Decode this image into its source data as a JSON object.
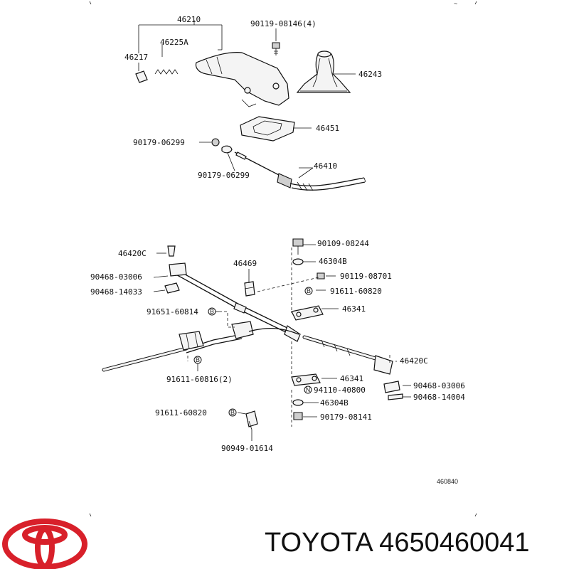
{
  "parts": {
    "p46210": "46210",
    "p46225A": "46225A",
    "p46217": "46217",
    "p90119_08146": "90119-08146(4)",
    "p46243": "46243",
    "p46451": "46451",
    "p90179_06299_a": "90179-06299",
    "p90179_06299_b": "90179-06299",
    "p46410": "46410",
    "p46420C_a": "46420C",
    "p90468_03006_a": "90468-03006",
    "p90468_14033": "90468-14033",
    "p46469": "46469",
    "p90109_08244": "90109-08244",
    "p46304B_a": "46304B",
    "p90119_08701": "90119-08701",
    "p91611_60820_a": "91611-60820",
    "p46341_a": "46341",
    "p91651_60814": "91651-60814",
    "p91611_60816": "91611-60816(2)",
    "p46420C_b": "46420C",
    "p46341_b": "46341",
    "p94110_40800": "94110-40800",
    "p90468_03006_b": "90468-03006",
    "p90468_14004": "90468-14004",
    "p46304B_b": "46304B",
    "p90179_08141": "90179-08141",
    "p91611_60820_b": "91611-60820",
    "p90949_01614": "90949-01614"
  },
  "marker_letters": {
    "bolt": "B",
    "nut": "N"
  },
  "diagram_code": "460840",
  "brand_caption": "TOYOTA 4650460041",
  "colors": {
    "logo_red": "#d8202a",
    "ink": "#111111"
  }
}
